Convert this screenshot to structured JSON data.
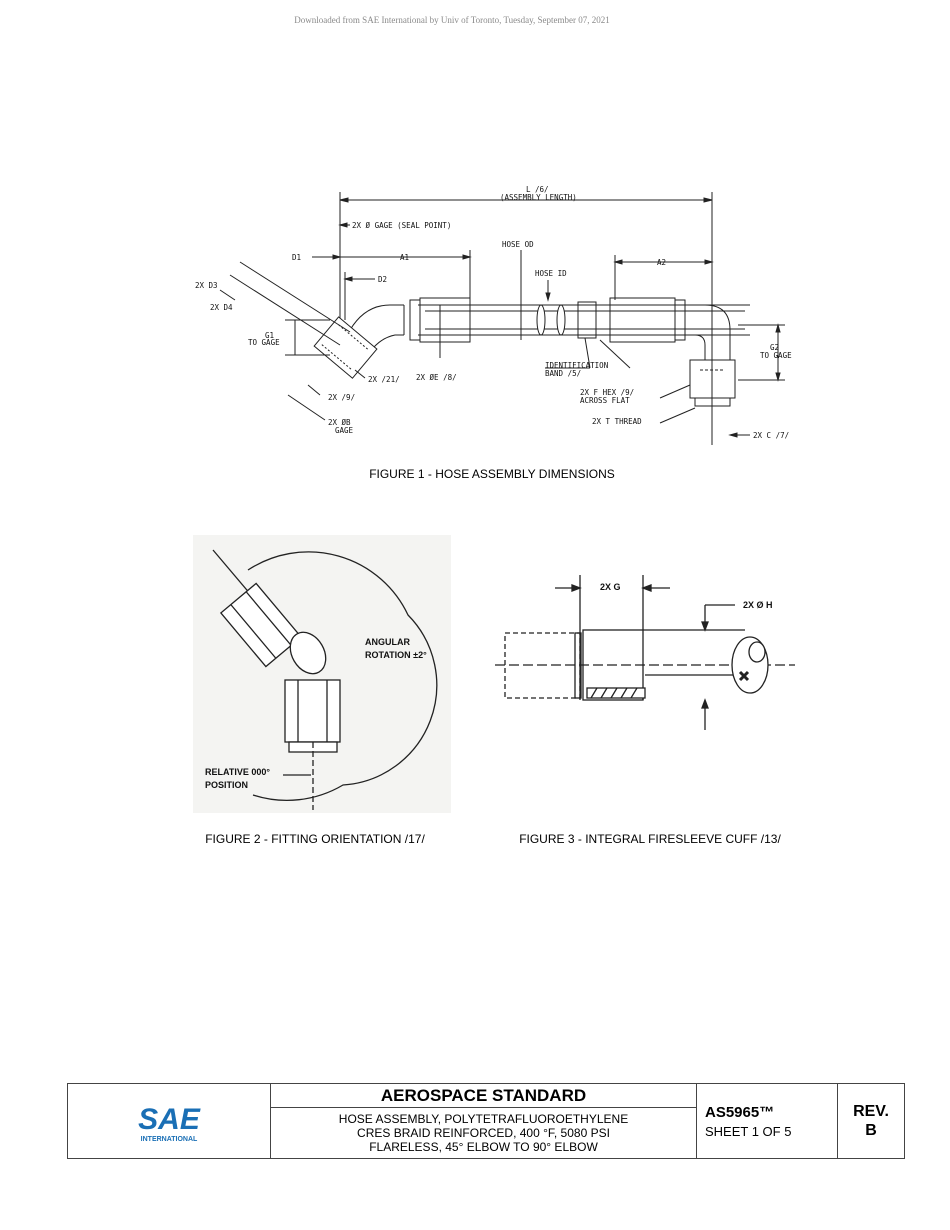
{
  "watermark": "Downloaded from SAE International by Univ of Toronto, Tuesday, September 07, 2021",
  "figure1": {
    "caption": "FIGURE 1 - HOSE ASSEMBLY DIMENSIONS",
    "labels": {
      "l": "L /6/",
      "assembly_length": "(ASSEMBLY LENGTH)",
      "gage_seal": "2X Ø GAGE (SEAL POINT)",
      "hose_od": "HOSE OD",
      "hose_id": "HOSE ID",
      "d1": "D1",
      "a1": "A1",
      "a2": "A2",
      "d2": "D2",
      "d3": "2X D3",
      "d4": "2X D4",
      "g1": "G1",
      "g1_sub": "TO GAGE",
      "g2": "G2",
      "g2_sub": "TO GAGE",
      "x21": "2X /21/",
      "e8": "2X ØE /8/",
      "x9": "2X /9/",
      "b_gage": "2X ØB",
      "b_gage_sub": "GAGE",
      "id_band": "IDENTIFICATION",
      "id_band_sub": "BAND /5/",
      "f_hex": "2X F HEX /9/",
      "f_hex_sub": "ACROSS FLAT",
      "t_thread": "2X T THREAD",
      "c7": "2X C /7/"
    }
  },
  "figure2": {
    "caption": "FIGURE 2 - FITTING ORIENTATION /17/",
    "angular": "ANGULAR",
    "rotation": "ROTATION ±2°",
    "relative": "RELATIVE 000°",
    "position": "POSITION"
  },
  "figure3": {
    "caption": "FIGURE 3 - INTEGRAL FIRESLEEVE CUFF /13/",
    "g_label": "2X G",
    "h_label": "2X Ø H"
  },
  "title_block": {
    "logo_text": "SAE",
    "logo_sub": "INTERNATIONAL",
    "header": "AEROSPACE STANDARD",
    "desc_line1": "HOSE ASSEMBLY, POLYTETRAFLUOROETHYLENE",
    "desc_line2": "CRES BRAID REINFORCED, 400 °F, 5080 PSI",
    "desc_line3": "FLARELESS, 45° ELBOW TO 90° ELBOW",
    "doc_number": "AS5965™",
    "sheet": "SHEET 1 OF 5",
    "rev_label": "REV.",
    "rev_value": "B"
  },
  "colors": {
    "logo_blue": "#1a6fb5",
    "line": "#222222"
  }
}
